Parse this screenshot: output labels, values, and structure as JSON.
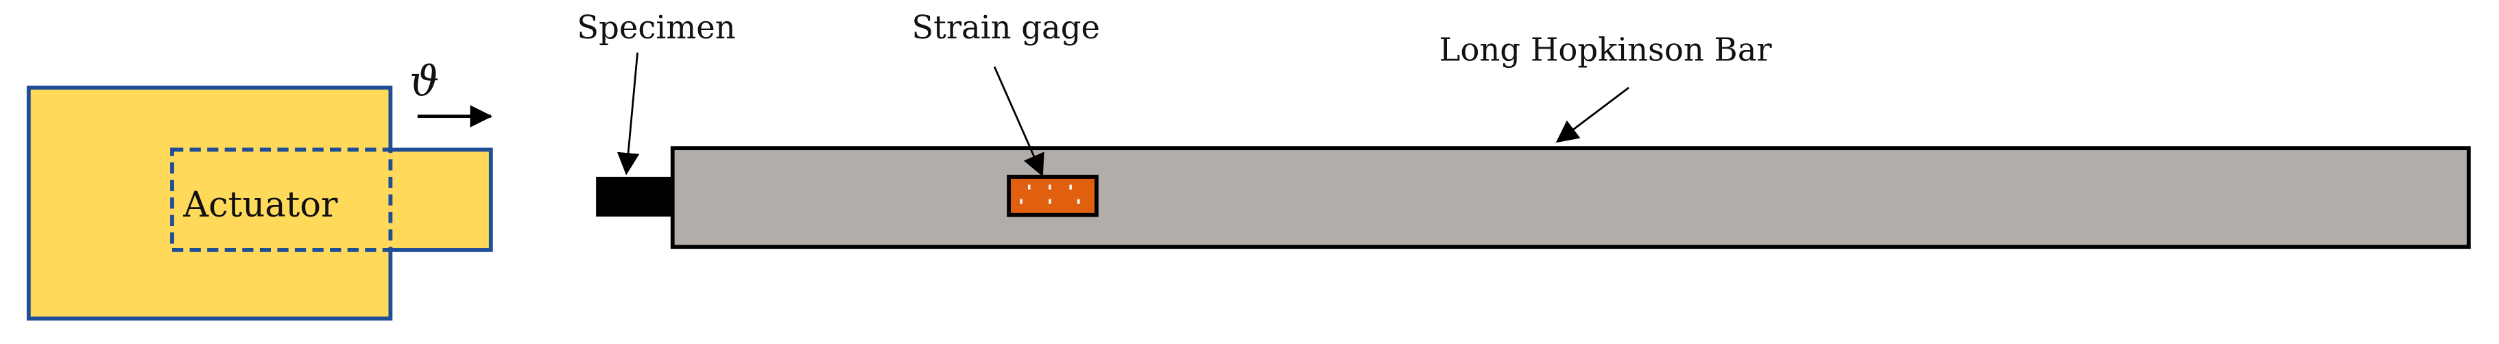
{
  "labels": {
    "actuator": "Actuator",
    "velocity_symbol": "ϑ",
    "specimen": "Specimen",
    "strain_gage": "Strain gage",
    "bar": "Long Hopkinson Bar"
  },
  "colors": {
    "actuator_fill": "#FFD95A",
    "actuator_stroke": "#1F4E96",
    "bar_fill": "#B3ADAA",
    "gage_fill": "#E0600F",
    "specimen_fill": "#000000"
  }
}
